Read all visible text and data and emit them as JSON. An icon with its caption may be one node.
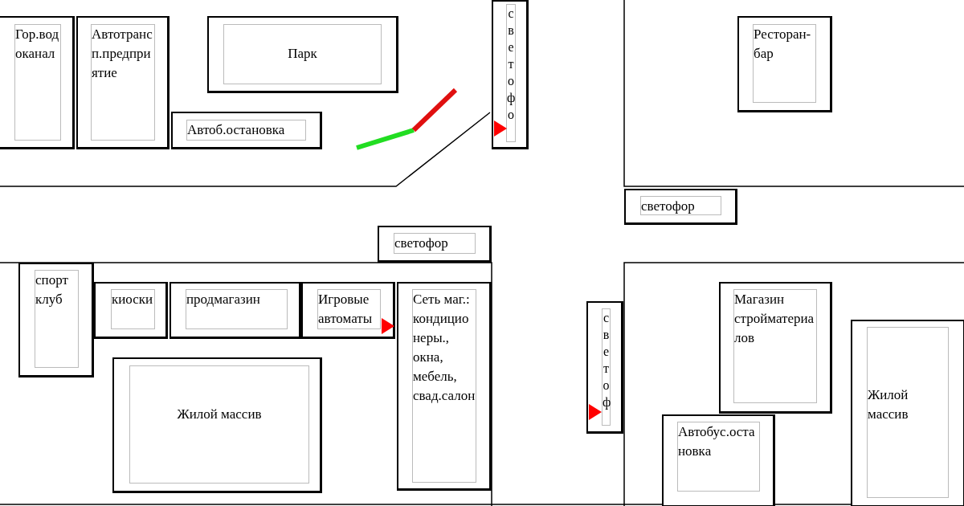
{
  "diagram": {
    "nodes": [
      {
        "text": [
          "Гор.водоканал"
        ]
      },
      {
        "text": [
          "Автотрансп.предприятие"
        ]
      },
      {
        "text": [
          "Парк"
        ]
      },
      {
        "text": [
          "Автоб.остановка"
        ]
      },
      {
        "text": [
          "светофо"
        ]
      },
      {
        "text": [
          "Ресторан-бар"
        ]
      },
      {
        "text": [
          "светофор"
        ]
      },
      {
        "text": [
          "светофор"
        ]
      },
      {
        "text": [
          "спорт клуб"
        ]
      },
      {
        "text": [
          "киоски"
        ]
      },
      {
        "text": [
          "продмагазин"
        ]
      },
      {
        "text": [
          "Игровые автоматы"
        ]
      },
      {
        "text": [
          "Сеть маг.: кондиционеры., окна, мебель, свад.салон"
        ]
      },
      {
        "text": [
          "Жилой массив"
        ]
      },
      {
        "text": [
          "светоф"
        ]
      },
      {
        "text": [
          "Магазин стройматериалов"
        ]
      },
      {
        "text": [
          "Автобус.остановка"
        ]
      },
      {
        "text": [
          "Жилой массив"
        ]
      }
    ]
  }
}
